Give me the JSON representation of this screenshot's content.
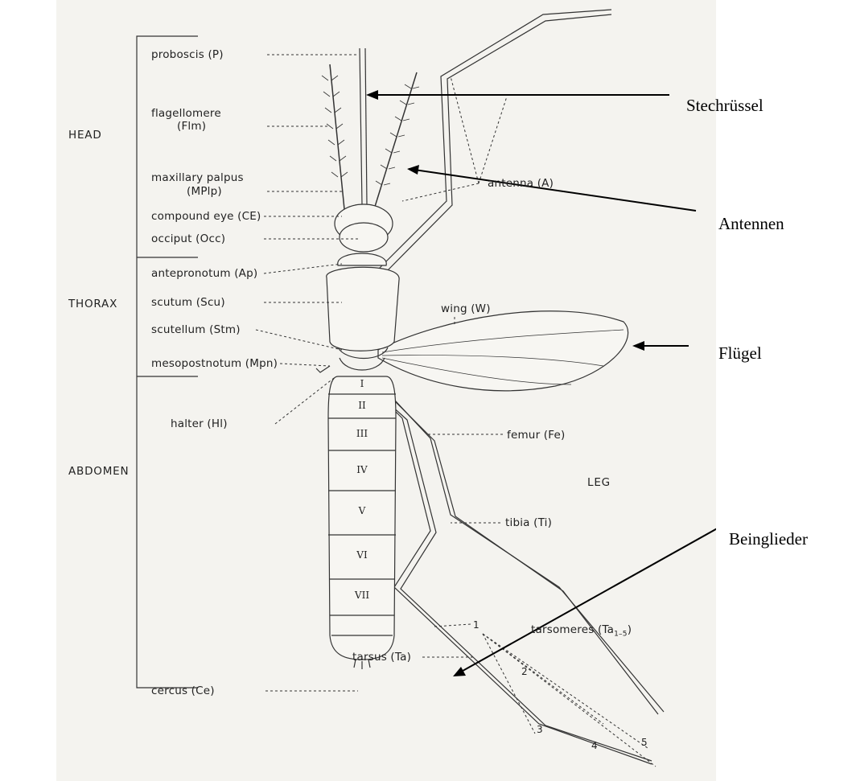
{
  "sections": {
    "head": "HEAD",
    "thorax": "THORAX",
    "abdomen": "ABDOMEN",
    "leg": "LEG"
  },
  "labels": {
    "proboscis": "proboscis (P)",
    "flagellomere": "flagellomere",
    "flagellomere_abbr": "(Flm)",
    "maxillary_palpus": "maxillary palpus",
    "maxillary_palpus_abbr": "(MPlp)",
    "compound_eye": "compound eye (CE)",
    "occiput": "occiput (Occ)",
    "antepronotum": "antepronotum (Ap)",
    "scutum": "scutum (Scu)",
    "scutellum": "scutellum (Stm)",
    "mesopostnotum": "mesopostnotum (Mpn)",
    "halter": "halter (Hl)",
    "cercus": "cercus (Ce)",
    "antenna": "antenna (A)",
    "wing": "wing (W)",
    "femur": "femur (Fe)",
    "tibia": "tibia (Ti)",
    "tarsomeres": "tarsomeres",
    "tarsomeres_abbr": "(Ta",
    "tarsomeres_sub": "1–5",
    "tarsomeres_close": ")",
    "tarsus": "tarsus (Ta)"
  },
  "segments": [
    "I",
    "II",
    "III",
    "IV",
    "V",
    "VI",
    "VII"
  ],
  "tarsomere_numbers": [
    "1",
    "2",
    "3",
    "4",
    "5"
  ],
  "annotations": {
    "stechruessel": "Stechrüssel",
    "antennen": "Antennen",
    "fluegel": "Flügel",
    "beinglieder": "Beinglieder"
  },
  "colors": {
    "paper": "#f4f3ef",
    "ink": "#222222",
    "annotation": "#000000"
  }
}
